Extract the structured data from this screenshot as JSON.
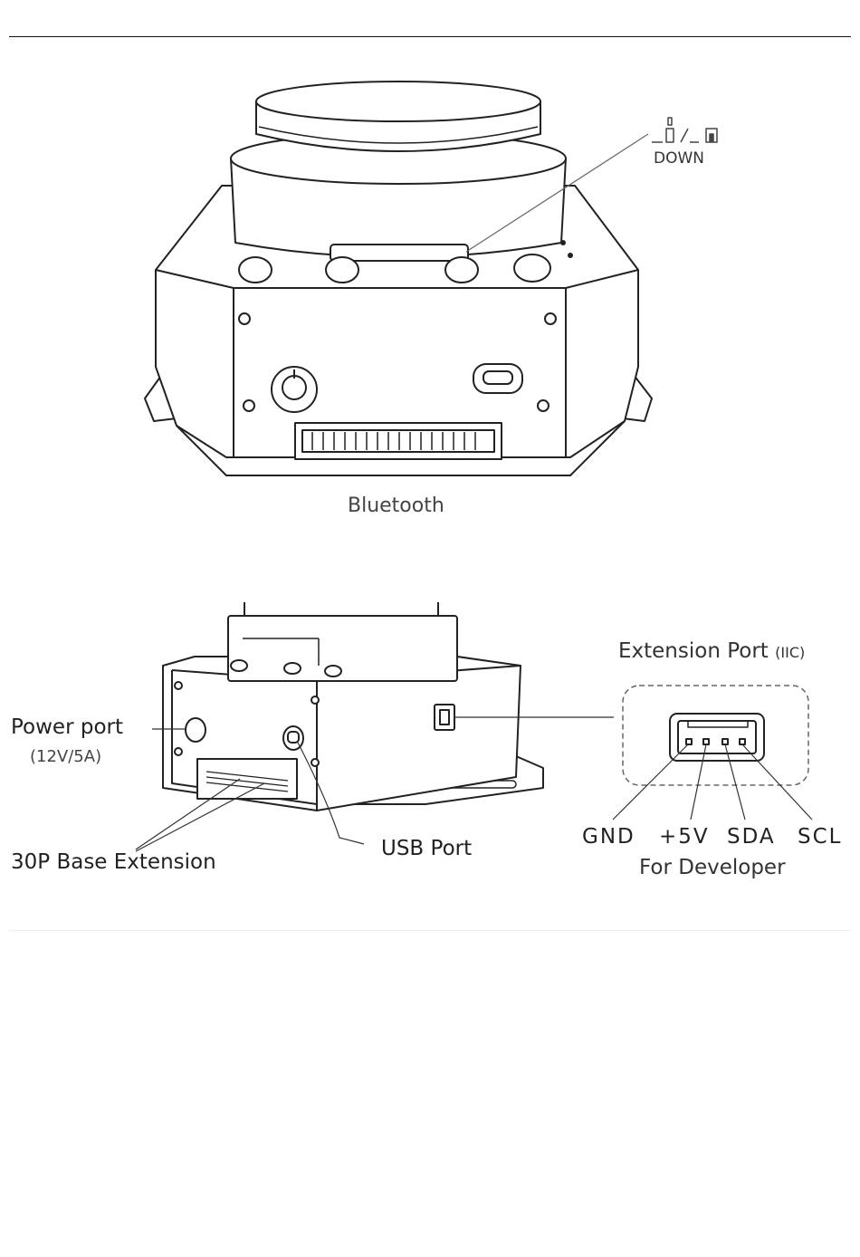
{
  "top_figure": {
    "caption": "Bluetooth",
    "switch_label": "DOWN"
  },
  "bottom_figure": {
    "extension_port_label": "Extension Port",
    "extension_port_protocol": "(IIC)",
    "power_port_label": "Power port",
    "power_port_rating": "(12V/5A)",
    "base_extension_label": "30P Base Extension",
    "usb_port_label": "USB Port",
    "pins": [
      {
        "label": "GND"
      },
      {
        "label": "+5V"
      },
      {
        "label": "SDA"
      },
      {
        "label": "SCL"
      }
    ],
    "developer_note": "For Developer"
  }
}
